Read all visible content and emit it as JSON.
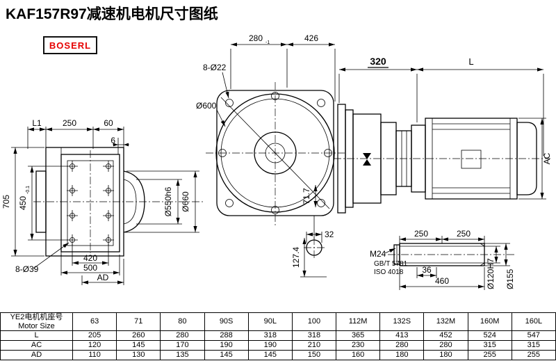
{
  "title": "KAF157R97减速机电机尺寸图纸",
  "logo": "BOSERL",
  "colors": {
    "line": "#000000",
    "logo_red": "#e60000",
    "background": "#ffffff"
  },
  "labels": {
    "dim_280": "280",
    "tol_280": "-1",
    "dim_426": "426",
    "holes_flange": "8-Ø22",
    "dia_600": "Ø600",
    "dim_320": "320",
    "dim_L": "L",
    "dim_AC": "AC",
    "dim_L1": "L1",
    "dim_250": "250",
    "dim_60": "60",
    "dim_6": "6",
    "dim_705": "705",
    "dim_450": "450",
    "tol_450": "-0.1",
    "holes_face": "8-Ø39",
    "dim_420": "420",
    "dim_500": "500",
    "dim_AD": "AD",
    "dia_550": "Ø550h6",
    "dia_660": "Ø660",
    "dim_717": "71.7",
    "dim_32": "32",
    "dim_1274": "127.4",
    "shaft_250a": "250",
    "shaft_250b": "250",
    "thread_M24": "M24",
    "std_gbt": "GB/T 5781",
    "std_iso": "ISO 4018",
    "dim_36": "36",
    "dim_460": "460",
    "dia_120": "Ø120H7",
    "dia_155": "Ø155"
  },
  "table": {
    "header_cn": "YE2电机机座号",
    "header_en": "Motor Size",
    "sizes": [
      "63",
      "71",
      "80",
      "90S",
      "90L",
      "100",
      "112M",
      "132S",
      "132M",
      "160M",
      "160L"
    ],
    "rows": [
      {
        "label": "L",
        "values": [
          "205",
          "260",
          "280",
          "288",
          "318",
          "318",
          "365",
          "413",
          "452",
          "524",
          "547"
        ]
      },
      {
        "label": "AC",
        "values": [
          "120",
          "145",
          "170",
          "190",
          "190",
          "210",
          "230",
          "280",
          "280",
          "315",
          "315"
        ]
      },
      {
        "label": "AD",
        "values": [
          "110",
          "130",
          "135",
          "145",
          "145",
          "150",
          "160",
          "180",
          "180",
          "255",
          "255"
        ]
      }
    ]
  }
}
